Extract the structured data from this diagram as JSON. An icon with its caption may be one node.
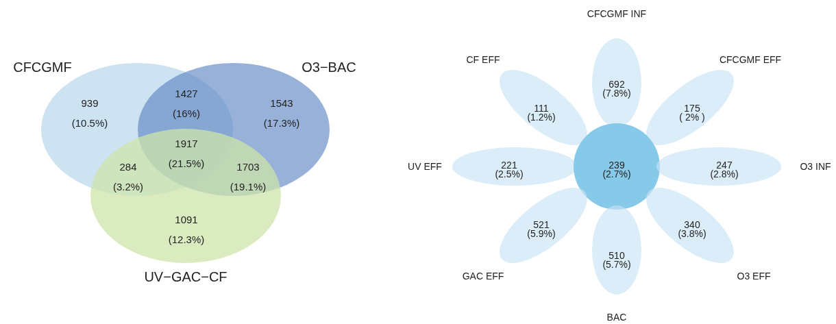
{
  "diagram": {
    "nodes": [
      {
        "text": [
          "CFCGMF"
        ]
      },
      {
        "text": [
          "O3−BAC"
        ]
      },
      {
        "text": [
          "UV−GAC−CF"
        ]
      },
      {
        "text": [
          "CFCGMF INF",
          "692 (7.8%)"
        ]
      },
      {
        "text": [
          "CF EFF",
          "111 (1.2%)"
        ]
      },
      {
        "text": [
          "CFCGMF EFF",
          "175 ( 2% )"
        ]
      },
      {
        "text": [
          "UV EFF",
          "221 (2.5%)"
        ]
      },
      {
        "text": [
          "239 (2.7%)"
        ]
      },
      {
        "text": [
          "247 (2.8%)",
          "O3 INF"
        ]
      },
      {
        "text": [
          "521 (5.9%)",
          "GAC EFF"
        ]
      },
      {
        "text": [
          "340 (3.8%)",
          "O3 EFF"
        ]
      },
      {
        "text": [
          "510 (5.7%)",
          "BAC"
        ]
      }
    ],
    "labels": [
      "939 (10.5%)",
      "1427 (16%)",
      "1543 (17.3%)",
      "1917 (21.5%)",
      "284 (3.2%)",
      "1703 (19.1%)",
      "1091 (12.3%)"
    ]
  }
}
